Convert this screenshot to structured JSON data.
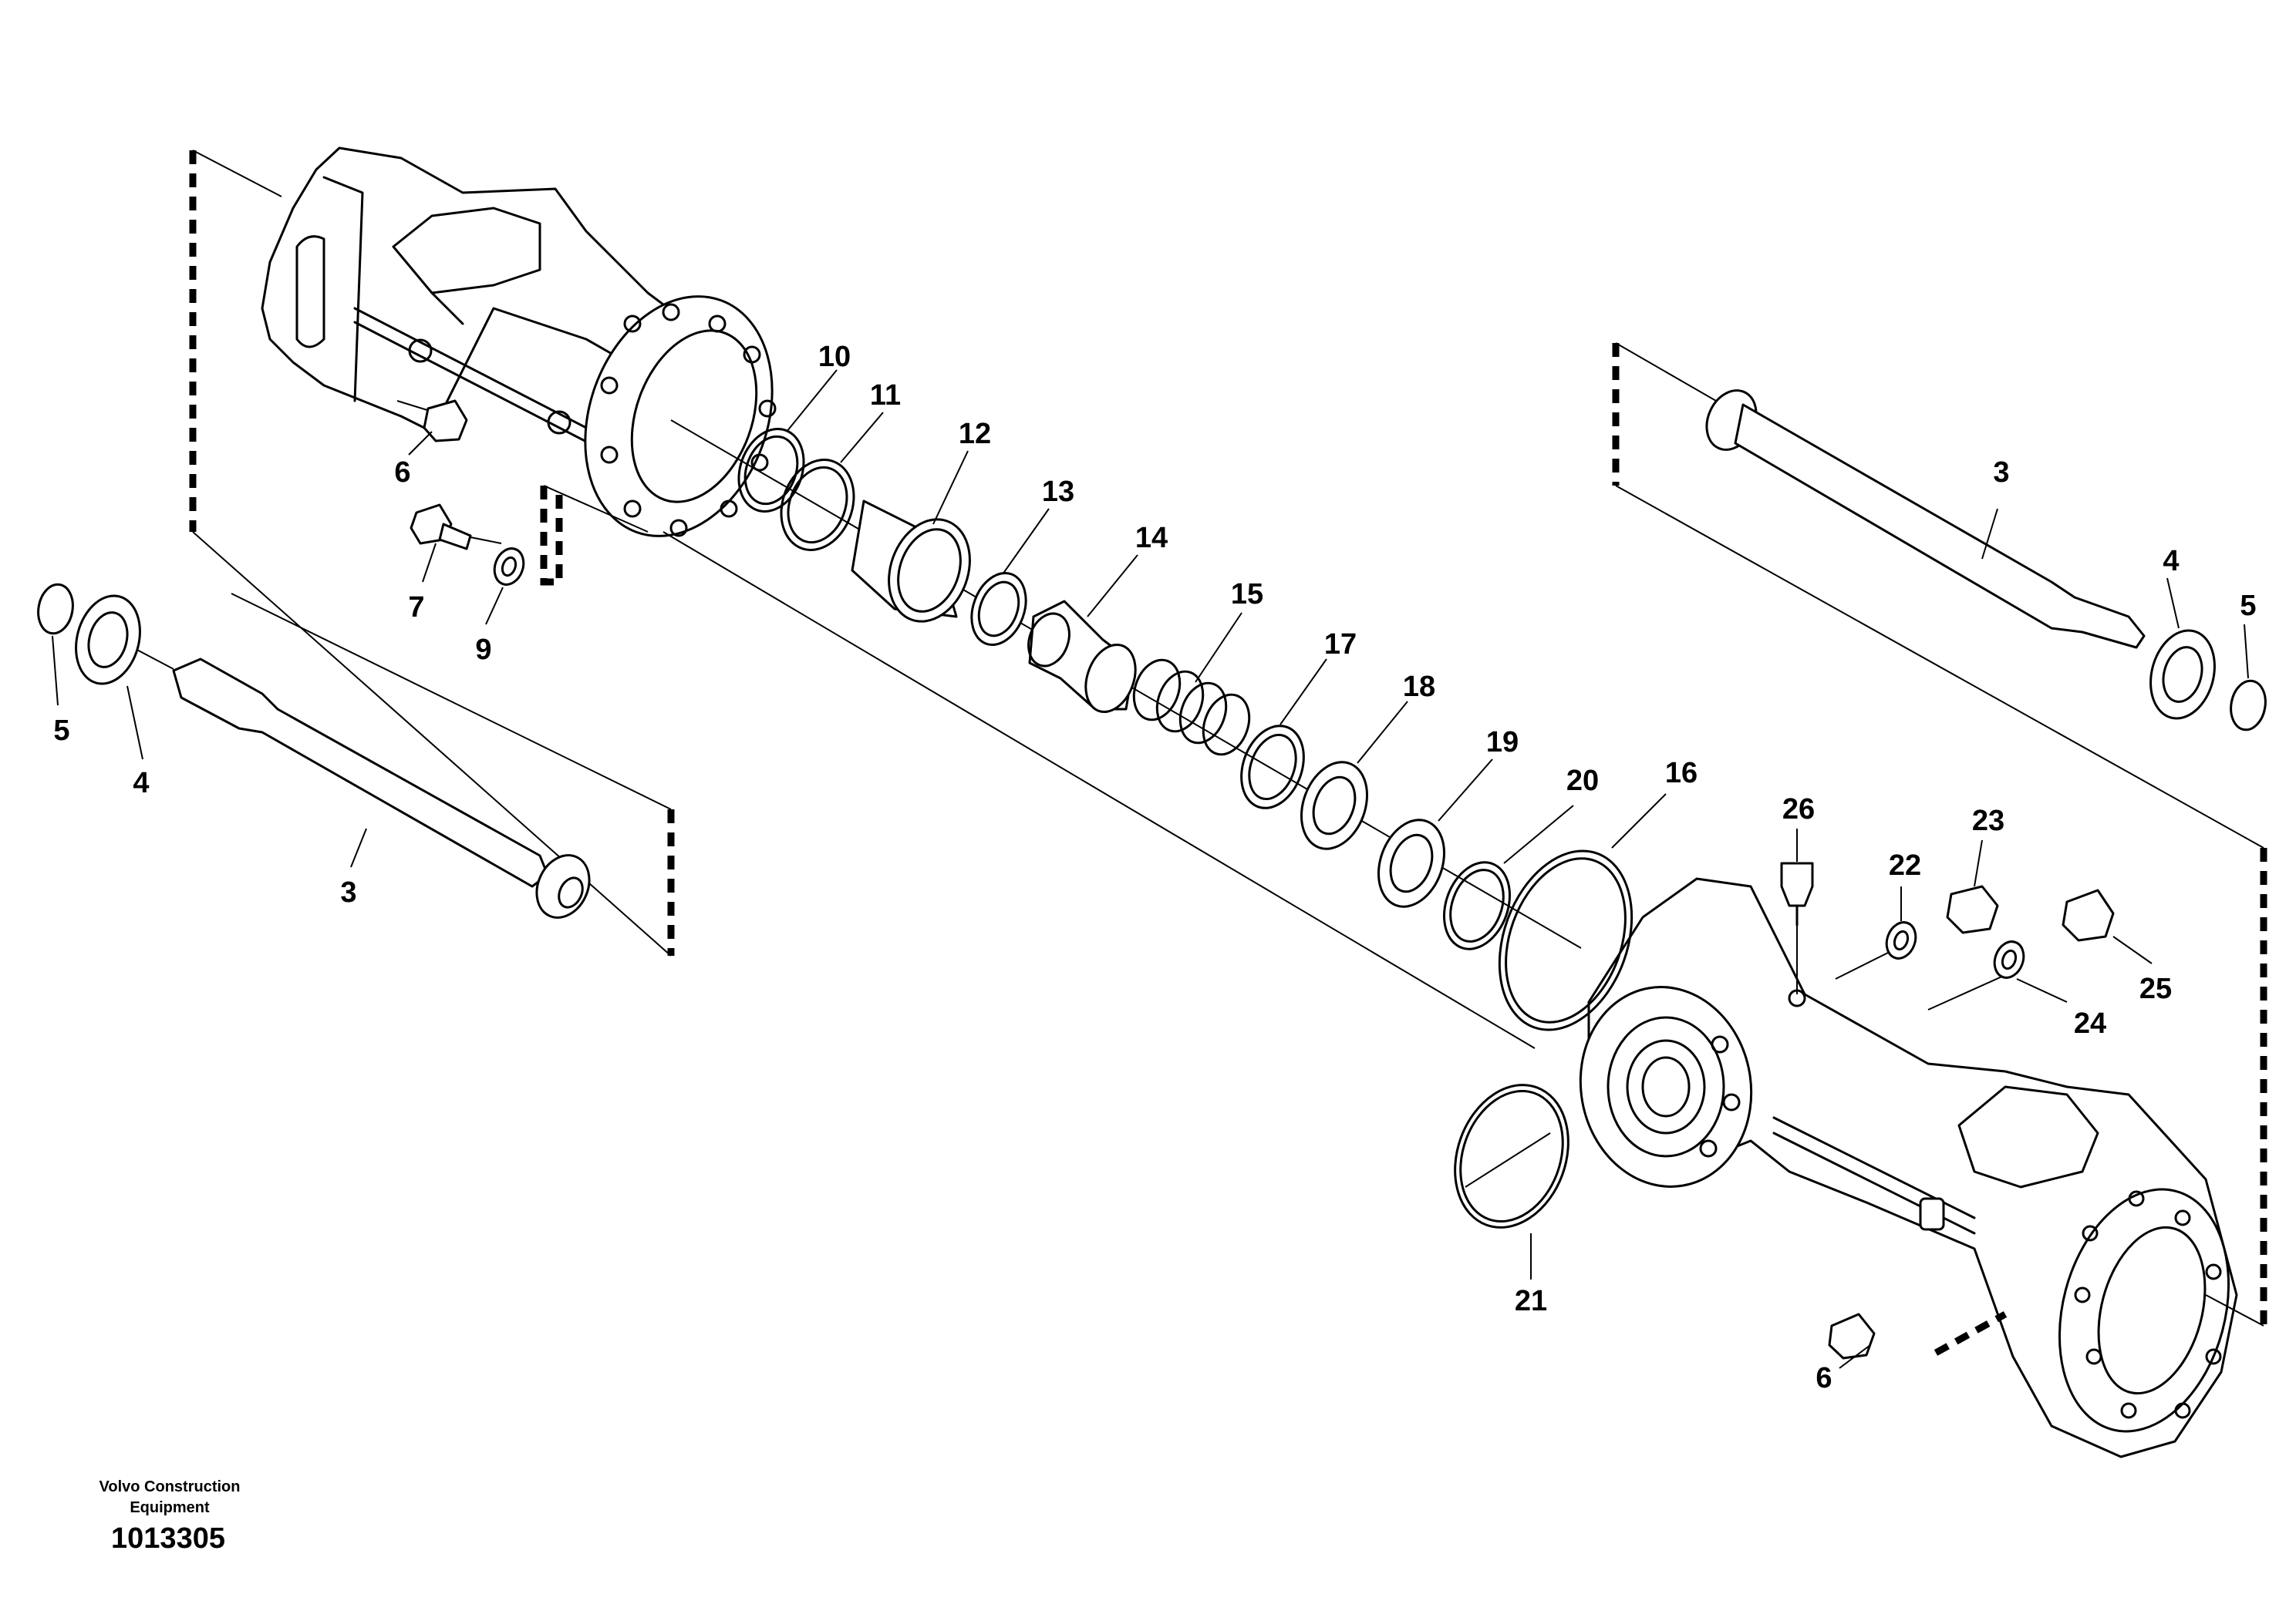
{
  "diagram": {
    "callouts": [
      {
        "id": "c10",
        "label": "10"
      },
      {
        "id": "c11",
        "label": "11"
      },
      {
        "id": "c12",
        "label": "12"
      },
      {
        "id": "c13",
        "label": "13"
      },
      {
        "id": "c14",
        "label": "14"
      },
      {
        "id": "c15",
        "label": "15"
      },
      {
        "id": "c17",
        "label": "17"
      },
      {
        "id": "c18",
        "label": "18"
      },
      {
        "id": "c19",
        "label": "19"
      },
      {
        "id": "c20",
        "label": "20"
      },
      {
        "id": "c16",
        "label": "16"
      },
      {
        "id": "c26",
        "label": "26"
      },
      {
        "id": "c22",
        "label": "22"
      },
      {
        "id": "c23",
        "label": "23"
      },
      {
        "id": "c25",
        "label": "25"
      },
      {
        "id": "c24",
        "label": "24"
      },
      {
        "id": "c21",
        "label": "21"
      },
      {
        "id": "c6a",
        "label": "6"
      },
      {
        "id": "c7",
        "label": "7"
      },
      {
        "id": "c9",
        "label": "9"
      },
      {
        "id": "c5a",
        "label": "5"
      },
      {
        "id": "c4a",
        "label": "4"
      },
      {
        "id": "c3a",
        "label": "3"
      },
      {
        "id": "c3b",
        "label": "3"
      },
      {
        "id": "c4b",
        "label": "4"
      },
      {
        "id": "c5b",
        "label": "5"
      },
      {
        "id": "c6b",
        "label": "6"
      }
    ]
  },
  "footer": {
    "brand_line1": "Volvo Construction",
    "brand_line2": "Equipment",
    "drawing_number": "1013305"
  }
}
